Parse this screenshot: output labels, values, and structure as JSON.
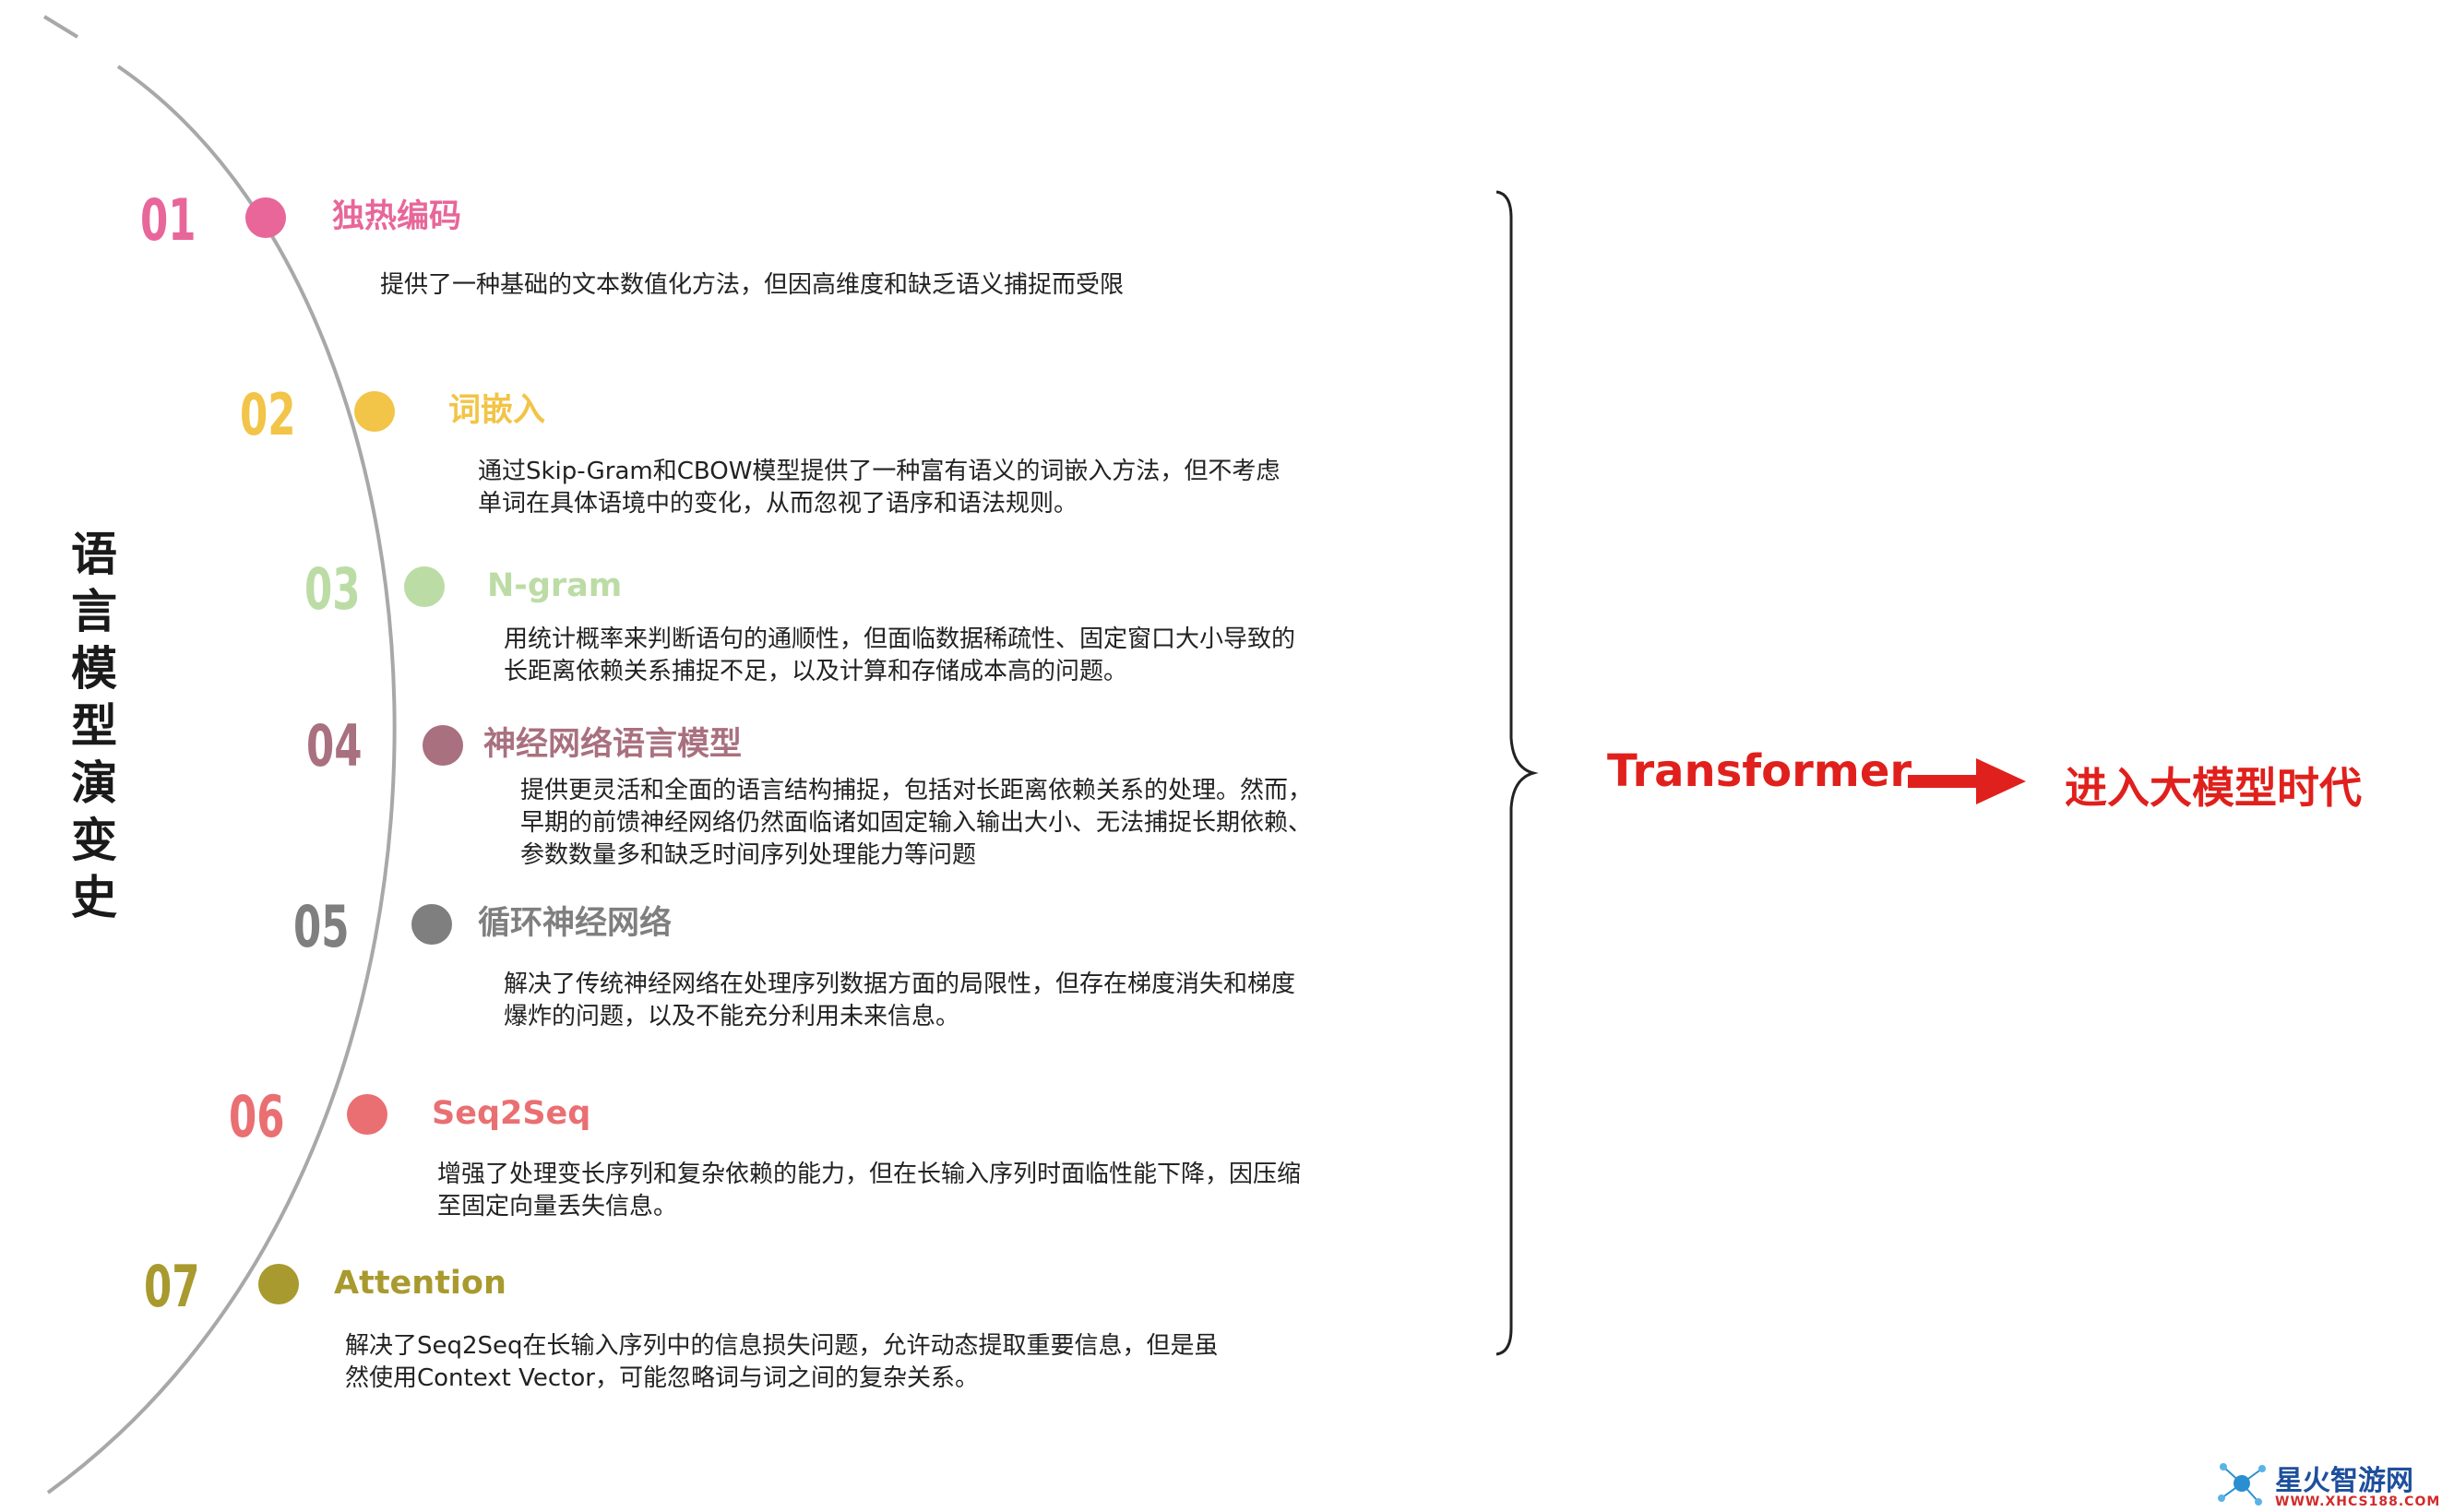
{
  "title": "语言模型演变史",
  "steps": [
    {
      "num": "01",
      "title": "独热编码",
      "desc": "提供了一种基础的文本数值化方法，但因高维度和缺乏语义捕捉而受限",
      "color": "#e8669a"
    },
    {
      "num": "02",
      "title": "词嵌入",
      "desc": "通过Skip-Gram和CBOW模型提供了一种富有语义的词嵌入方法，但不考虑\n单词在具体语境中的变化，从而忽视了语序和语法规则。",
      "color": "#f2c447"
    },
    {
      "num": "03",
      "title": "N-gram",
      "desc": "用统计概率来判断语句的通顺性，但面临数据稀疏性、固定窗口大小导致的\n长距离依赖关系捕捉不足，以及计算和存储成本高的问题。",
      "color": "#bcdca6"
    },
    {
      "num": "04",
      "title": "神经网络语言模型",
      "desc": "提供更灵活和全面的语言结构捕捉，包括对长距离依赖关系的处理。然而，\n早期的前馈神经网络仍然面临诸如固定输入输出大小、无法捕捉长期依赖、\n参数数量多和缺乏时间序列处理能力等问题",
      "color": "#a9707f"
    },
    {
      "num": "05",
      "title": "循环神经网络",
      "desc": "解决了传统神经网络在处理序列数据方面的局限性，但存在梯度消失和梯度\n爆炸的问题，以及不能充分利用未来信息。",
      "color": "#7f7f7f"
    },
    {
      "num": "06",
      "title": "Seq2Seq",
      "desc": "增强了处理变长序列和复杂依赖的能力，但在长输入序列时面临性能下降，因压缩\n至固定向量丢失信息。",
      "color": "#ea6f72"
    },
    {
      "num": "07",
      "title": "Attention",
      "desc": "解决了Seq2Seq在长输入序列中的信息损失问题，允许动态提取重要信息，但是虽\n然使用Context Vector，可能忽略词与词之间的复杂关系。",
      "color": "#a89a2e"
    }
  ],
  "result": {
    "transformer": "Transformer",
    "era": "进入大模型时代",
    "color": "#e0201c"
  },
  "watermark": {
    "name": "星火智游网",
    "url": "WWW.XHCS188.COM"
  }
}
